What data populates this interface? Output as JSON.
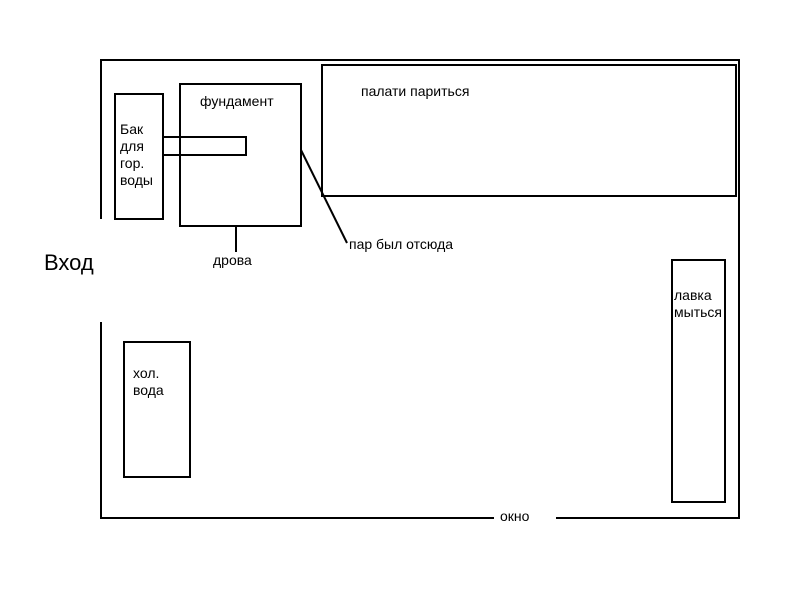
{
  "labels": {
    "entrance": "Вход",
    "tank": [
      "Бак",
      "для",
      "гор.",
      "воды"
    ],
    "foundation": "фундамент",
    "firewood": "дрова",
    "steam_note": "пар был отсюда",
    "bench_top": "палати париться",
    "wash_bench": [
      "лавка",
      "мыться"
    ],
    "cold_water": [
      "хол.",
      "вода"
    ],
    "window": "окно"
  },
  "colors": {
    "stroke": "#000000",
    "background": "#ffffff"
  }
}
